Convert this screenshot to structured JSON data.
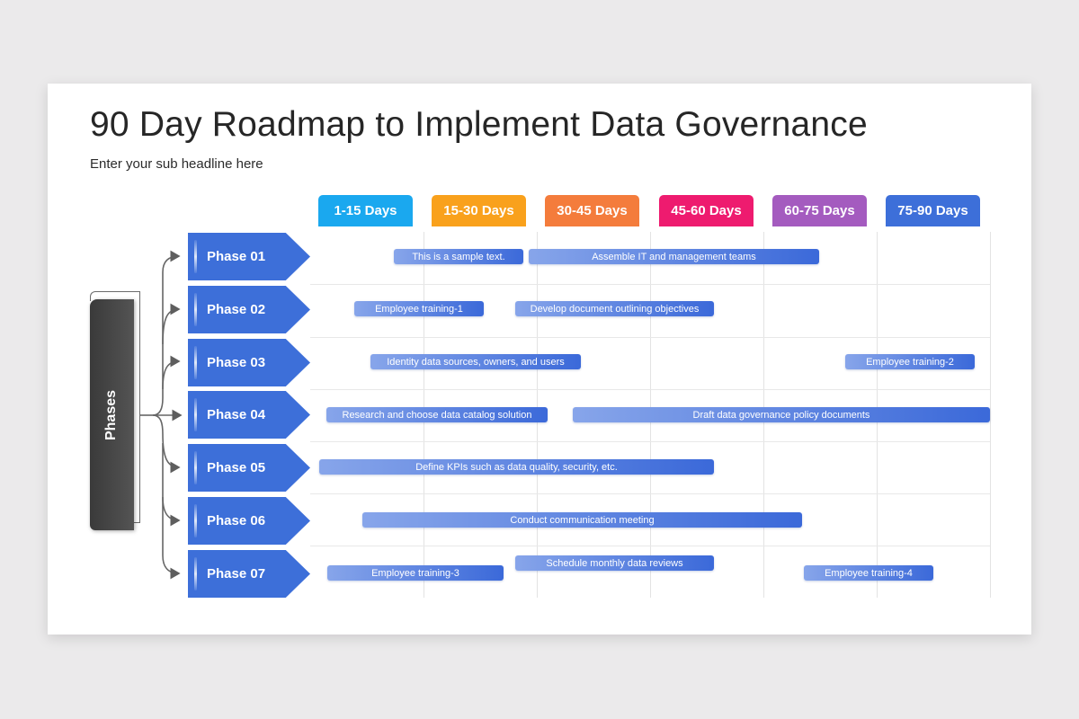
{
  "slide": {
    "title": "90 Day Roadmap to Implement Data Governance",
    "subtitle": "Enter your sub headline here"
  },
  "columns": [
    {
      "label": "1-15 Days",
      "color": "#1aa8ef"
    },
    {
      "label": "15-30 Days",
      "color": "#f9a11c"
    },
    {
      "label": "30-45 Days",
      "color": "#f47c3c"
    },
    {
      "label": "45-60 Days",
      "color": "#ee1b6f"
    },
    {
      "label": "60-75 Days",
      "color": "#a45bbf"
    },
    {
      "label": "75-90 Days",
      "color": "#3d6fd9"
    }
  ],
  "root": {
    "label": "Phases",
    "color": "#474747"
  },
  "phases": [
    {
      "label": "Phase 01",
      "color": "#3d6fd9"
    },
    {
      "label": "Phase 02",
      "color": "#3d6fd9"
    },
    {
      "label": "Phase 03",
      "color": "#3d6fd9"
    },
    {
      "label": "Phase 04",
      "color": "#3d6fd9"
    },
    {
      "label": "Phase 05",
      "color": "#3d6fd9"
    },
    {
      "label": "Phase 06",
      "color": "#3d6fd9"
    },
    {
      "label": "Phase 07",
      "color": "#3d6fd9"
    }
  ],
  "tasks": [
    {
      "phase": "Phase 01",
      "label": "This is a sample text."
    },
    {
      "phase": "Phase 01",
      "label": "Assemble IT and management teams"
    },
    {
      "phase": "Phase 02",
      "label": "Employee training-1"
    },
    {
      "phase": "Phase 02",
      "label": "Develop document outlining objectives"
    },
    {
      "phase": "Phase 03",
      "label": "Identity data sources, owners, and users"
    },
    {
      "phase": "Phase 03",
      "label": "Employee training-2"
    },
    {
      "phase": "Phase 04",
      "label": "Research and choose data catalog solution"
    },
    {
      "phase": "Phase 04",
      "label": "Draft data governance policy documents"
    },
    {
      "phase": "Phase 05",
      "label": "Define KPIs such as data quality, security, etc."
    },
    {
      "phase": "Phase 06",
      "label": "Conduct communication meeting"
    },
    {
      "phase": "Phase 07",
      "label": "Employee training-3"
    },
    {
      "phase": "Phase 07",
      "label": "Schedule monthly data reviews"
    },
    {
      "phase": "Phase 07",
      "label": "Employee training-4"
    }
  ],
  "colors": {
    "task_gradient_start": "#87a5ea",
    "task_gradient_end": "#3b69d9",
    "phase_tab": "#3d6fd9",
    "background": "#ebeaeb",
    "slide": "#ffffff"
  }
}
